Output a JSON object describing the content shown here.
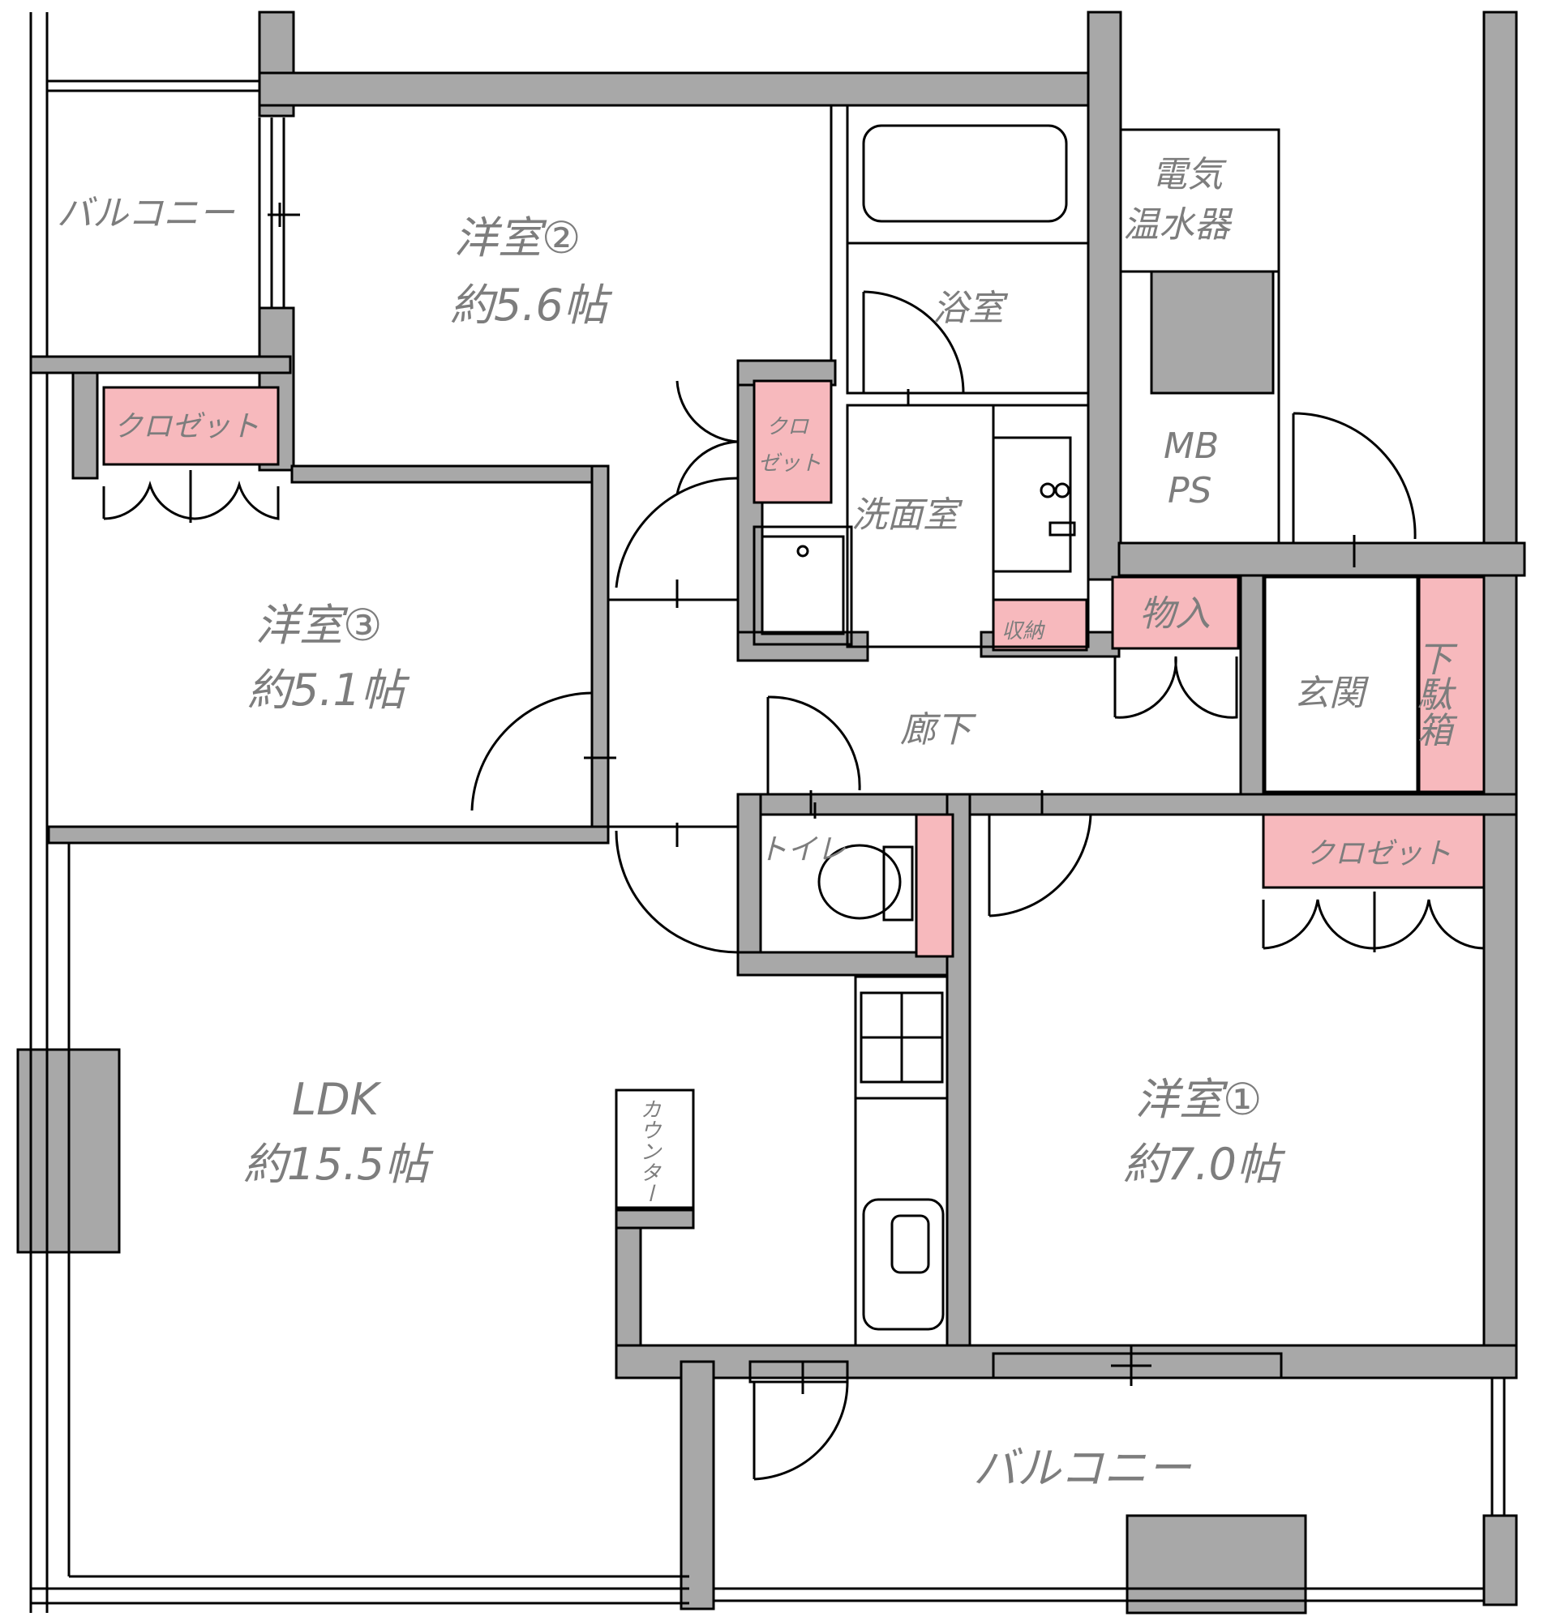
{
  "rooms": {
    "western_1": {
      "name": "洋室①",
      "area": "約7.0帖"
    },
    "western_2": {
      "name": "洋室②",
      "area": "約5.6帖"
    },
    "western_3": {
      "name": "洋室③",
      "area": "約5.1帖"
    },
    "ldk": {
      "name": "LDK",
      "area": "約15.5帖"
    }
  },
  "labels": {
    "balcony_top": "バルコニー",
    "balcony_bottom": "バルコニー",
    "bathroom": "浴室",
    "washroom": "洗面室",
    "water_heater_line1": "電気",
    "water_heater_line2": "温水器",
    "mbps_line1": "MB",
    "mbps_line2": "PS",
    "storage": "収納",
    "storeroom": "物入",
    "hallway": "廊下",
    "entrance": "玄関",
    "shoe_box": "下駄箱",
    "toilet": "トイレ",
    "counter": "カウンター",
    "closet_w3": "クロゼット",
    "closet_w2_line1": "クロ",
    "closet_w2_line2": "ゼット",
    "closet_w1": "クロゼット"
  },
  "colors": {
    "wall": "#a8a8a8",
    "storage_fill": "#f7b9bd",
    "line": "#000000",
    "label": "#7d7d7d"
  }
}
